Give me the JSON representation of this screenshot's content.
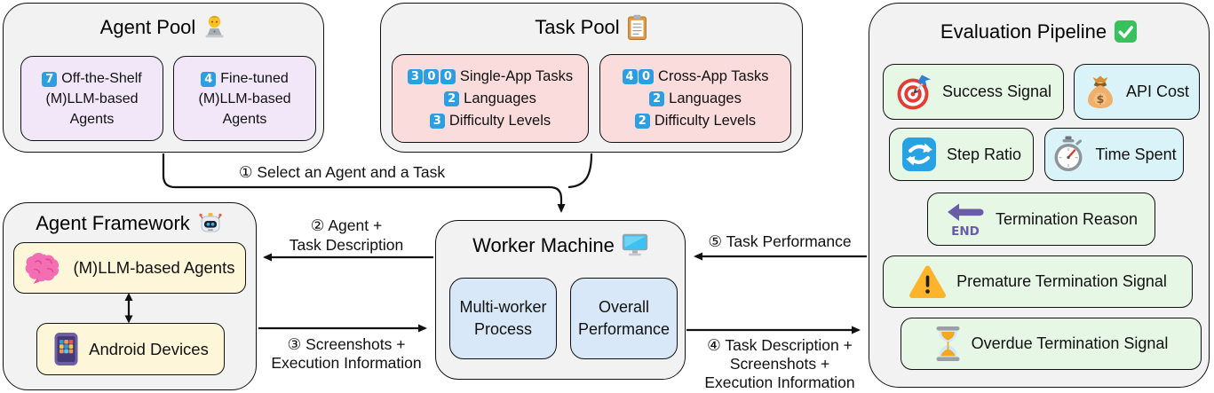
{
  "agent_pool": {
    "title": "Agent Pool",
    "title_icon": "technologist-icon",
    "cards": [
      {
        "count": "7",
        "lines": [
          "Off-the-Shelf",
          "(M)LLM-based",
          "Agents"
        ]
      },
      {
        "count": "4",
        "lines": [
          "Fine-tuned",
          "(M)LLM-based",
          "Agents"
        ]
      }
    ]
  },
  "task_pool": {
    "title": "Task Pool",
    "title_icon": "clipboard-icon",
    "cards": [
      {
        "rows": [
          {
            "digits": [
              "3",
              "0",
              "0"
            ],
            "label": "Single-App Tasks"
          },
          {
            "digits": [
              "2"
            ],
            "label": "Languages"
          },
          {
            "digits": [
              "3"
            ],
            "label": "Difficulty Levels"
          }
        ]
      },
      {
        "rows": [
          {
            "digits": [
              "4",
              "0"
            ],
            "label": "Cross-App Tasks"
          },
          {
            "digits": [
              "2"
            ],
            "label": "Languages"
          },
          {
            "digits": [
              "2"
            ],
            "label": "Difficulty Levels"
          }
        ]
      }
    ]
  },
  "evaluation_pipeline": {
    "title": "Evaluation Pipeline",
    "title_icon": "check-mark-icon",
    "metrics": [
      {
        "label": "Success Signal",
        "icon": "target-icon",
        "tint": "green"
      },
      {
        "label": "API Cost",
        "icon": "money-bag-icon",
        "tint": "cyan"
      },
      {
        "label": "Step Ratio",
        "icon": "repeat-icon",
        "tint": "green"
      },
      {
        "label": "Time Spent",
        "icon": "stopwatch-icon",
        "tint": "cyan"
      },
      {
        "label": "Termination Reason",
        "icon": "end-arrow-icon",
        "tint": "green"
      },
      {
        "label": "Premature Termination Signal",
        "icon": "warning-icon",
        "tint": "green"
      },
      {
        "label": "Overdue Termination Signal",
        "icon": "hourglass-icon",
        "tint": "green"
      }
    ]
  },
  "agent_framework": {
    "title": "Agent Framework",
    "title_icon": "robot-icon",
    "items": [
      {
        "label": "(M)LLM-based Agents",
        "icon": "brain-icon"
      },
      {
        "label": "Android Devices",
        "icon": "smartphone-icon"
      }
    ]
  },
  "worker_machine": {
    "title": "Worker Machine",
    "title_icon": "desktop-computer-icon",
    "items": [
      {
        "lines": [
          "Multi-worker",
          "Process"
        ]
      },
      {
        "lines": [
          "Overall",
          "Performance"
        ]
      }
    ]
  },
  "flows": {
    "step1": "① Select an Agent and a Task",
    "step2_lines": [
      "② Agent +",
      "Task Description"
    ],
    "step3_lines": [
      "③ Screenshots +",
      "Execution Information"
    ],
    "step4_lines": [
      "④ Task Description +",
      "Screenshots +",
      "Execution Information"
    ],
    "step5": "⑤ Task Performance"
  },
  "colors": {
    "count_badge_blue": "#2b9fe1",
    "agent_card_lavender": "#f2e6f9",
    "task_card_pink": "#fbdcdc",
    "metric_green": "#e7f7e5",
    "metric_cyan": "#daf3f8",
    "framework_card_yellow": "#fdf6d8",
    "worker_card_blue": "#d9e8f8",
    "panel_gray": "#f2f2f3",
    "line_black": "#111111"
  }
}
